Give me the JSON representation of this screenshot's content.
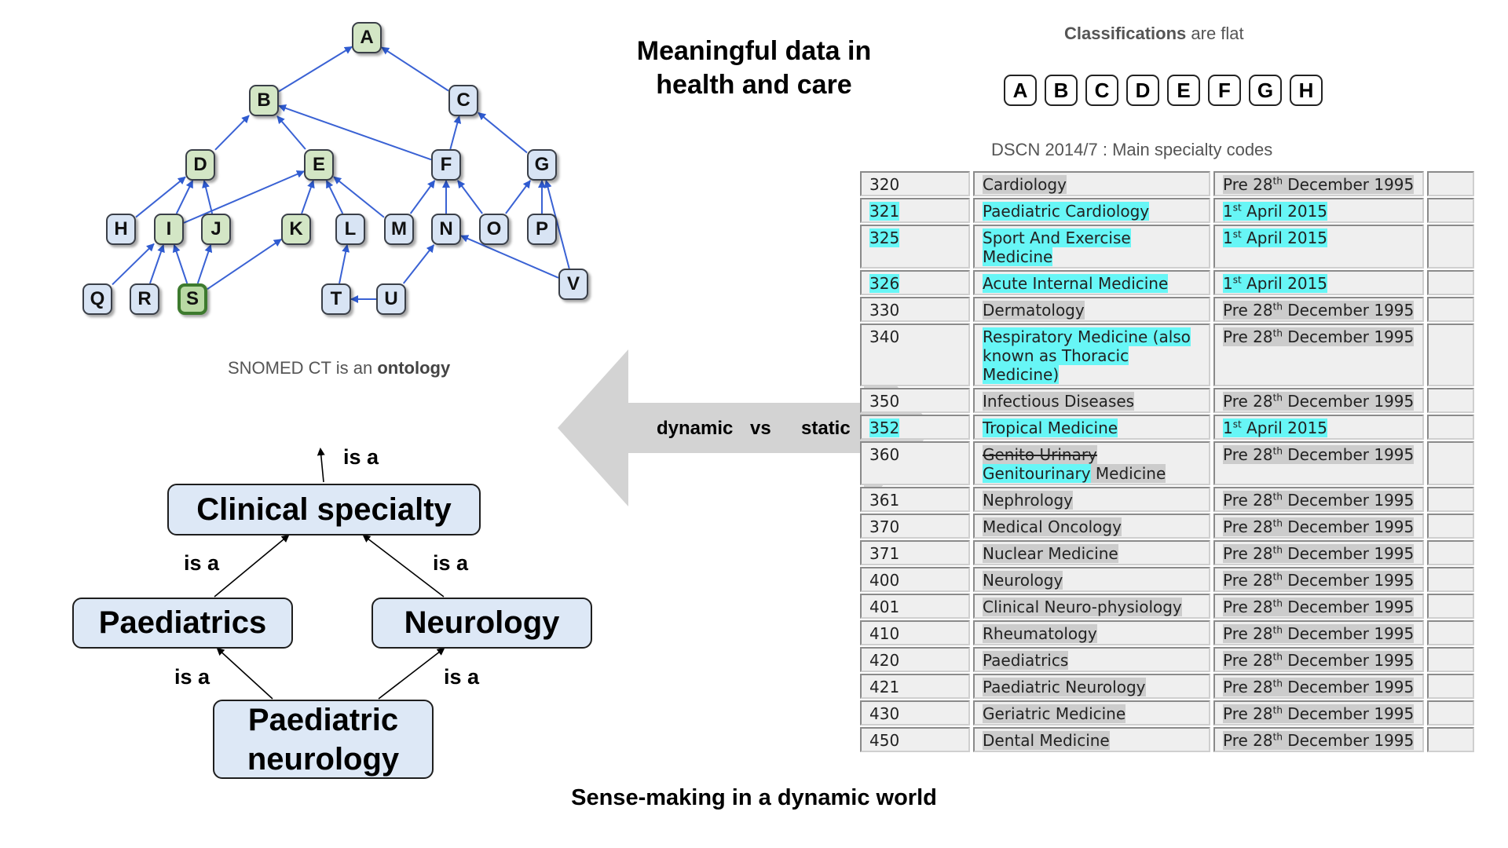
{
  "title": "Meaningful data in health and care",
  "footer": "Sense-making in a dynamic world",
  "ontology": {
    "caption_prefix": "SNOMED CT is an ",
    "caption_bold": "ontology",
    "nodes": [
      {
        "id": "A",
        "green": true
      },
      {
        "id": "B",
        "green": true
      },
      {
        "id": "C",
        "green": false
      },
      {
        "id": "D",
        "green": true
      },
      {
        "id": "E",
        "green": true
      },
      {
        "id": "F",
        "green": false
      },
      {
        "id": "G",
        "green": false
      },
      {
        "id": "H",
        "green": false
      },
      {
        "id": "I",
        "green": true
      },
      {
        "id": "J",
        "green": true
      },
      {
        "id": "K",
        "green": true
      },
      {
        "id": "L",
        "green": false
      },
      {
        "id": "M",
        "green": false
      },
      {
        "id": "N",
        "green": false
      },
      {
        "id": "O",
        "green": false
      },
      {
        "id": "P",
        "green": false
      },
      {
        "id": "Q",
        "green": false
      },
      {
        "id": "R",
        "green": false
      },
      {
        "id": "S",
        "green": true,
        "selected": true
      },
      {
        "id": "T",
        "green": false
      },
      {
        "id": "U",
        "green": false
      },
      {
        "id": "V",
        "green": false
      }
    ],
    "edges": [
      [
        "B",
        "A"
      ],
      [
        "C",
        "A"
      ],
      [
        "D",
        "B"
      ],
      [
        "E",
        "B"
      ],
      [
        "F",
        "B"
      ],
      [
        "F",
        "C"
      ],
      [
        "G",
        "C"
      ],
      [
        "H",
        "D"
      ],
      [
        "I",
        "D"
      ],
      [
        "J",
        "D"
      ],
      [
        "I",
        "E"
      ],
      [
        "K",
        "E"
      ],
      [
        "L",
        "E"
      ],
      [
        "M",
        "E"
      ],
      [
        "M",
        "F"
      ],
      [
        "N",
        "F"
      ],
      [
        "O",
        "F"
      ],
      [
        "O",
        "G"
      ],
      [
        "P",
        "G"
      ],
      [
        "V",
        "G"
      ],
      [
        "Q",
        "I"
      ],
      [
        "R",
        "I"
      ],
      [
        "S",
        "I"
      ],
      [
        "S",
        "J"
      ],
      [
        "S",
        "K"
      ],
      [
        "T",
        "L"
      ],
      [
        "U",
        "T"
      ],
      [
        "U",
        "N"
      ],
      [
        "V",
        "N"
      ]
    ]
  },
  "classifications": {
    "caption_bold": "Classifications",
    "caption_rest": " are flat",
    "letters": [
      "A",
      "B",
      "C",
      "D",
      "E",
      "F",
      "G",
      "H"
    ]
  },
  "arrow": {
    "left": "dynamic",
    "middle": "vs",
    "right": "static"
  },
  "isa_diagram": {
    "boxes": {
      "clinical_specialty": "Clinical specialty",
      "paediatrics": "Paediatrics",
      "neurology": "Neurology",
      "paediatric_neurology": "Paediatric neurology"
    },
    "relation_label": "is a"
  },
  "table": {
    "caption": "DSCN 2014/7 : Main specialty codes",
    "rows": [
      {
        "code": "320",
        "name": "Cardiology",
        "date_pre": "Pre 28",
        "date_sup": "th",
        "date_rest": " December 1995",
        "highlight": false
      },
      {
        "code": "321",
        "name": "Paediatric Cardiology",
        "date_pre": "1",
        "date_sup": "st",
        "date_rest": " April 2015",
        "highlight": true
      },
      {
        "code": "325",
        "name": "Sport And Exercise Medicine",
        "date_pre": "1",
        "date_sup": "st",
        "date_rest": " April 2015",
        "highlight": true
      },
      {
        "code": "326",
        "name": "Acute Internal Medicine",
        "date_pre": "1",
        "date_sup": "st",
        "date_rest": " April 2015",
        "highlight": true
      },
      {
        "code": "330",
        "name": "Dermatology",
        "date_pre": "Pre 28",
        "date_sup": "th",
        "date_rest": " December 1995",
        "highlight": false
      },
      {
        "code": "340",
        "name": "Respiratory Medicine (also known as Thoracic Medicine)",
        "date_pre": "Pre 28",
        "date_sup": "th",
        "date_rest": " December 1995",
        "highlight": "partial"
      },
      {
        "code": "350",
        "name": "Infectious Diseases",
        "date_pre": "Pre 28",
        "date_sup": "th",
        "date_rest": " December 1995",
        "highlight": false
      },
      {
        "code": "352",
        "name": "Tropical Medicine",
        "date_pre": "1",
        "date_sup": "st",
        "date_rest": " April 2015",
        "highlight": true
      },
      {
        "code": "360",
        "name_struck": "Genito Urinary",
        "name_hl": "Genitourinary",
        "name_rest": " Medicine",
        "date_pre": "Pre 28",
        "date_sup": "th",
        "date_rest": " December 1995",
        "highlight": "changed"
      },
      {
        "code": "361",
        "name": "Nephrology",
        "date_pre": "Pre 28",
        "date_sup": "th",
        "date_rest": " December 1995",
        "highlight": false
      },
      {
        "code": "370",
        "name": "Medical Oncology",
        "date_pre": "Pre 28",
        "date_sup": "th",
        "date_rest": " December 1995",
        "highlight": false
      },
      {
        "code": "371",
        "name": "Nuclear Medicine",
        "date_pre": "Pre 28",
        "date_sup": "th",
        "date_rest": " December 1995",
        "highlight": false
      },
      {
        "code": "400",
        "name": "Neurology",
        "date_pre": "Pre 28",
        "date_sup": "th",
        "date_rest": " December 1995",
        "highlight": false
      },
      {
        "code": "401",
        "name": "Clinical Neuro-physiology",
        "date_pre": "Pre 28",
        "date_sup": "th",
        "date_rest": " December 1995",
        "highlight": false
      },
      {
        "code": "410",
        "name": "Rheumatology",
        "date_pre": "Pre 28",
        "date_sup": "th",
        "date_rest": " December 1995",
        "highlight": false
      },
      {
        "code": "420",
        "name": "Paediatrics",
        "date_pre": "Pre 28",
        "date_sup": "th",
        "date_rest": " December 1995",
        "highlight": false
      },
      {
        "code": "421",
        "name": "Paediatric Neurology",
        "date_pre": "Pre 28",
        "date_sup": "th",
        "date_rest": " December 1995",
        "highlight": false
      },
      {
        "code": "430",
        "name": "Geriatric Medicine",
        "date_pre": "Pre 28",
        "date_sup": "th",
        "date_rest": " December 1995",
        "highlight": false
      },
      {
        "code": "450",
        "name": "Dental Medicine",
        "date_pre": "Pre 28",
        "date_sup": "th",
        "date_rest": " December 1995",
        "highlight": false
      }
    ]
  }
}
